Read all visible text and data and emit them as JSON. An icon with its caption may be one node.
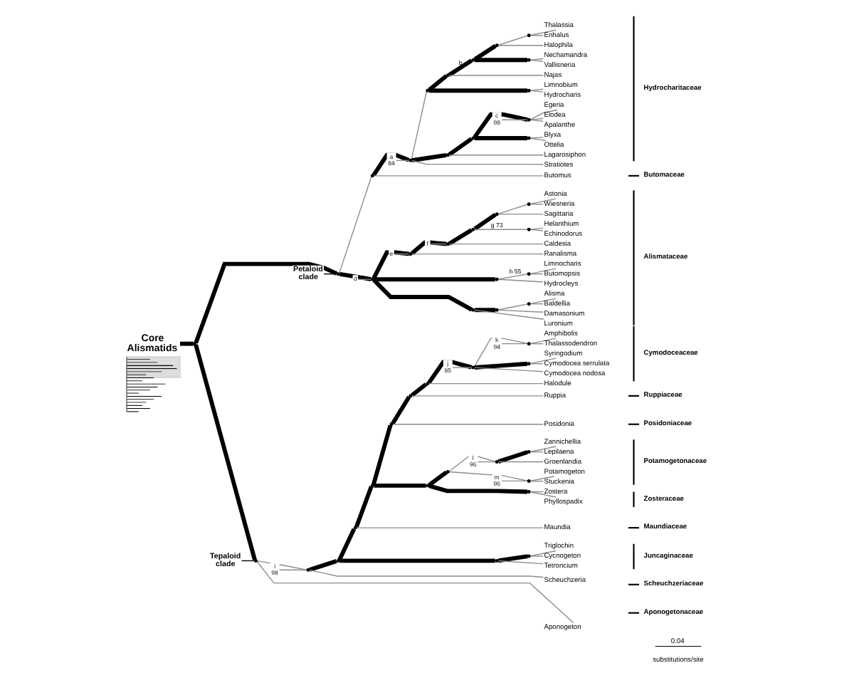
{
  "diagram": {
    "nodes": [
      {
        "text": [],
        "shape": "picture"
      },
      {
        "text": [
          "Core Alismatids"
        ]
      },
      {
        "text": [],
        "shape": "point"
      },
      {
        "text": [
          "Petaloid clade"
        ]
      },
      {
        "text": [],
        "shape": "point"
      },
      {
        "text": [],
        "shape": "point"
      },
      {
        "text": [
          "a",
          "84"
        ]
      },
      {
        "text": [],
        "shape": "point"
      },
      {
        "text": [],
        "shape": "point"
      },
      {
        "text": [],
        "shape": "point"
      },
      {
        "text": [],
        "shape": "point"
      },
      {
        "text": [],
        "shape": "point"
      },
      {
        "text": [],
        "shape": "point"
      },
      {
        "text": [
          "Thalassia"
        ]
      },
      {
        "text": [
          "Enhalus"
        ]
      },
      {
        "text": [
          "Halophila"
        ]
      },
      {
        "text": [],
        "shape": "point"
      },
      {
        "text": [
          "Nechamandra"
        ]
      },
      {
        "text": [
          "Vallisneria"
        ]
      },
      {
        "text": [
          "Najas"
        ]
      },
      {
        "text": [],
        "shape": "point"
      },
      {
        "text": [
          "Limnobium"
        ]
      },
      {
        "text": [
          "Hydrocharis"
        ]
      },
      {
        "text": [],
        "shape": "point"
      },
      {
        "text": [],
        "shape": "point"
      },
      {
        "text": [
          "c",
          "98"
        ]
      },
      {
        "text": [],
        "shape": "point"
      },
      {
        "text": [
          "Egeria"
        ]
      },
      {
        "text": [
          "Elodea"
        ]
      },
      {
        "text": [
          "Apalanthe"
        ]
      },
      {
        "text": [],
        "shape": "point"
      },
      {
        "text": [
          "Blyxa"
        ]
      },
      {
        "text": [
          "Ottelia"
        ]
      },
      {
        "text": [
          "Lagarosiphon"
        ]
      },
      {
        "text": [
          "Stratiotes"
        ]
      },
      {
        "text": [
          "Butomus"
        ]
      },
      {
        "text": [
          "d"
        ]
      },
      {
        "text": [],
        "shape": "point"
      },
      {
        "text": [
          "e"
        ]
      },
      {
        "text": [],
        "shape": "point"
      },
      {
        "text": [
          "f"
        ]
      },
      {
        "text": [],
        "shape": "point"
      },
      {
        "text": [],
        "shape": "point"
      },
      {
        "text": [],
        "shape": "point"
      },
      {
        "text": [],
        "shape": "point"
      },
      {
        "text": [
          "Astonia"
        ]
      },
      {
        "text": [
          "Wiesneria"
        ]
      },
      {
        "text": [
          "Sagittaria"
        ]
      },
      {
        "text": [],
        "shape": "point"
      },
      {
        "text": [
          "Helanthium"
        ]
      },
      {
        "text": [
          "Echinodorus"
        ]
      },
      {
        "text": [
          "Caldesia"
        ]
      },
      {
        "text": [
          "Ranalisma"
        ]
      },
      {
        "text": [],
        "shape": "point"
      },
      {
        "text": [],
        "shape": "point"
      },
      {
        "text": [
          "Limnocharis"
        ]
      },
      {
        "text": [
          "Butomopsis"
        ]
      },
      {
        "text": [
          "Hydrocleys"
        ]
      },
      {
        "text": [],
        "shape": "point"
      },
      {
        "text": [],
        "shape": "point"
      },
      {
        "text": [],
        "shape": "point"
      },
      {
        "text": [
          "Alisma"
        ]
      },
      {
        "text": [
          "Baldellia"
        ]
      },
      {
        "text": [
          "Damasonium"
        ]
      },
      {
        "text": [
          "Luronium"
        ]
      },
      {
        "text": [
          "Tepaloid clade"
        ]
      },
      {
        "text": [],
        "shape": "point"
      },
      {
        "text": [
          "i",
          "98"
        ]
      },
      {
        "text": [],
        "shape": "point"
      },
      {
        "text": [],
        "shape": "point"
      },
      {
        "text": [],
        "shape": "point"
      },
      {
        "text": [],
        "shape": "point"
      },
      {
        "text": [],
        "shape": "point"
      },
      {
        "text": [],
        "shape": "point"
      },
      {
        "text": [],
        "shape": "point"
      },
      {
        "text": [
          "j",
          "85"
        ]
      },
      {
        "text": [],
        "shape": "point"
      },
      {
        "text": [
          "k",
          "94"
        ]
      },
      {
        "text": [],
        "shape": "point"
      },
      {
        "text": [
          "Amphibolis"
        ]
      },
      {
        "text": [
          "Thalassodendron"
        ]
      },
      {
        "text": [],
        "shape": "point"
      },
      {
        "text": [
          "Syringodium"
        ]
      },
      {
        "text": [
          "Cymodocea serrulata"
        ]
      },
      {
        "text": [
          "Cymodocea nodosa"
        ]
      },
      {
        "text": [
          "Halodule"
        ]
      },
      {
        "text": [
          "Ruppia"
        ]
      },
      {
        "text": [
          "Posidonia"
        ]
      },
      {
        "text": [],
        "shape": "point"
      },
      {
        "text": [],
        "shape": "point"
      },
      {
        "text": [
          "l",
          "96"
        ]
      },
      {
        "text": [],
        "shape": "point"
      },
      {
        "text": [],
        "shape": "point"
      },
      {
        "text": [
          "Zannichellia"
        ]
      },
      {
        "text": [
          "Lepilaena"
        ]
      },
      {
        "text": [
          "Groenlandia"
        ]
      },
      {
        "text": [
          "m",
          "96"
        ]
      },
      {
        "text": [],
        "shape": "point"
      },
      {
        "text": [
          "Potamogeton"
        ]
      },
      {
        "text": [
          "Stuckenia"
        ]
      },
      {
        "text": [],
        "shape": "point"
      },
      {
        "text": [
          "Zostera"
        ]
      },
      {
        "text": [
          "Phyllospadix"
        ]
      },
      {
        "text": [
          "Maundia"
        ]
      },
      {
        "text": [],
        "shape": "point"
      },
      {
        "text": [],
        "shape": "point"
      },
      {
        "text": [
          "Triglochin"
        ]
      },
      {
        "text": [
          "Cycnogeton"
        ]
      },
      {
        "text": [
          "Tetroncium"
        ]
      },
      {
        "text": [
          "Scheuchzeria"
        ]
      },
      {
        "text": [
          "Aponogeton"
        ]
      }
    ],
    "edges": [
      {
        "from": 1,
        "to": 2,
        "arrow": "none",
        "style": "thick",
        "color": "#000000"
      },
      {
        "from": 2,
        "to": 4,
        "arrow": "none",
        "style": "thick",
        "color": "#000000"
      },
      {
        "from": 3,
        "to": 4,
        "arrow": "none",
        "color": "#000000"
      },
      {
        "from": 4,
        "to": 5,
        "arrow": "none"
      },
      {
        "from": 5,
        "to": 7,
        "arrow": "none",
        "style": "thick",
        "color": "#000000"
      },
      {
        "from": 6,
        "to": 7,
        "arrow": "none"
      },
      {
        "from": 7,
        "to": 8,
        "arrow": "none"
      },
      {
        "from": 8,
        "to": 9,
        "arrow": "none",
        "style": "thick",
        "color": "#000000"
      },
      {
        "from": 9,
        "to": 10,
        "arrow": "none",
        "label": "b",
        "style": "thick",
        "color": "#000000"
      },
      {
        "from": 10,
        "to": 11,
        "arrow": "none",
        "style": "thick",
        "color": "#000000"
      },
      {
        "from": 11,
        "to": 12,
        "arrow": "none"
      },
      {
        "from": 12,
        "to": 13,
        "arrow": "none"
      },
      {
        "from": 12,
        "to": 14,
        "arrow": "none"
      },
      {
        "from": 11,
        "to": 15,
        "arrow": "none"
      },
      {
        "from": 10,
        "to": 16,
        "arrow": "none",
        "style": "thick",
        "color": "#000000"
      },
      {
        "from": 16,
        "to": 17,
        "arrow": "none"
      },
      {
        "from": 16,
        "to": 18,
        "arrow": "none"
      },
      {
        "from": 9,
        "to": 19,
        "arrow": "none"
      },
      {
        "from": 8,
        "to": 20,
        "arrow": "none",
        "style": "thick",
        "color": "#000000"
      },
      {
        "from": 20,
        "to": 21,
        "arrow": "none"
      },
      {
        "from": 20,
        "to": 22,
        "arrow": "none"
      },
      {
        "from": 7,
        "to": 23,
        "arrow": "none",
        "style": "thick",
        "color": "#000000"
      },
      {
        "from": 23,
        "to": 24,
        "arrow": "none",
        "style": "thick",
        "color": "#000000"
      },
      {
        "from": 25,
        "to": 26,
        "arrow": "none"
      },
      {
        "from": 24,
        "to": 26,
        "arrow": "none",
        "style": "thick",
        "color": "#000000"
      },
      {
        "from": 26,
        "to": 27,
        "arrow": "none"
      },
      {
        "from": 26,
        "to": 28,
        "arrow": "none"
      },
      {
        "from": 26,
        "to": 29,
        "arrow": "none"
      },
      {
        "from": 24,
        "to": 30,
        "arrow": "none",
        "style": "thick",
        "color": "#000000"
      },
      {
        "from": 30,
        "to": 31,
        "arrow": "none"
      },
      {
        "from": 30,
        "to": 32,
        "arrow": "none"
      },
      {
        "from": 23,
        "to": 33,
        "arrow": "none"
      },
      {
        "from": 7,
        "to": 34,
        "arrow": "none"
      },
      {
        "from": 5,
        "to": 35,
        "arrow": "none"
      },
      {
        "from": 4,
        "to": 37,
        "arrow": "none",
        "style": "thick",
        "color": "#000000"
      },
      {
        "from": 36,
        "to": 37,
        "arrow": "none"
      },
      {
        "from": 37,
        "to": 39,
        "arrow": "none",
        "style": "thick",
        "color": "#000000"
      },
      {
        "from": 38,
        "to": 39,
        "arrow": "none"
      },
      {
        "from": 39,
        "to": 41,
        "arrow": "none",
        "style": "thick",
        "color": "#000000"
      },
      {
        "from": 40,
        "to": 41,
        "arrow": "none"
      },
      {
        "from": 41,
        "to": 42,
        "arrow": "none",
        "style": "thick",
        "color": "#000000"
      },
      {
        "from": 42,
        "to": 43,
        "arrow": "none",
        "style": "thick",
        "color": "#000000"
      },
      {
        "from": 43,
        "to": 44,
        "arrow": "none"
      },
      {
        "from": 44,
        "to": 45,
        "arrow": "none"
      },
      {
        "from": 44,
        "to": 46,
        "arrow": "none"
      },
      {
        "from": 43,
        "to": 47,
        "arrow": "none"
      },
      {
        "from": 42,
        "to": 48,
        "arrow": "none",
        "label": "g 73"
      },
      {
        "from": 48,
        "to": 49,
        "arrow": "none"
      },
      {
        "from": 48,
        "to": 50,
        "arrow": "none"
      },
      {
        "from": 41,
        "to": 51,
        "arrow": "none"
      },
      {
        "from": 39,
        "to": 52,
        "arrow": "none"
      },
      {
        "from": 37,
        "to": 53,
        "arrow": "none",
        "style": "thick",
        "color": "#000000"
      },
      {
        "from": 53,
        "to": 54,
        "arrow": "none",
        "label": "h 55"
      },
      {
        "from": 54,
        "to": 55,
        "arrow": "none"
      },
      {
        "from": 54,
        "to": 56,
        "arrow": "none"
      },
      {
        "from": 53,
        "to": 57,
        "arrow": "none"
      },
      {
        "from": 37,
        "to": 58,
        "arrow": "none",
        "style": "thick",
        "color": "#000000"
      },
      {
        "from": 58,
        "to": 59,
        "arrow": "none",
        "style": "thick",
        "color": "#000000"
      },
      {
        "from": 59,
        "to": 60,
        "arrow": "none"
      },
      {
        "from": 60,
        "to": 61,
        "arrow": "none"
      },
      {
        "from": 60,
        "to": 62,
        "arrow": "none"
      },
      {
        "from": 59,
        "to": 63,
        "arrow": "none"
      },
      {
        "from": 58,
        "to": 64,
        "arrow": "none"
      },
      {
        "from": 2,
        "to": 66,
        "arrow": "none",
        "style": "thick",
        "color": "#000000"
      },
      {
        "from": 65,
        "to": 66,
        "arrow": "none",
        "color": "#000000"
      },
      {
        "from": 66,
        "to": 68,
        "arrow": "none"
      },
      {
        "from": 67,
        "to": 68,
        "arrow": "none"
      },
      {
        "from": 68,
        "to": 69,
        "arrow": "none",
        "style": "thick",
        "color": "#000000"
      },
      {
        "from": 69,
        "to": 70,
        "arrow": "none",
        "style": "thick",
        "color": "#000000"
      },
      {
        "from": 70,
        "to": 71,
        "arrow": "none",
        "style": "thick",
        "color": "#000000"
      },
      {
        "from": 71,
        "to": 72,
        "arrow": "none",
        "style": "thick",
        "color": "#000000"
      },
      {
        "from": 72,
        "to": 73,
        "arrow": "none",
        "style": "thick",
        "color": "#000000"
      },
      {
        "from": 73,
        "to": 74,
        "arrow": "none",
        "style": "thick",
        "color": "#000000"
      },
      {
        "from": 74,
        "to": 76,
        "arrow": "none",
        "style": "thick",
        "color": "#000000"
      },
      {
        "from": 75,
        "to": 76,
        "arrow": "none"
      },
      {
        "from": 76,
        "to": 78,
        "arrow": "none"
      },
      {
        "from": 77,
        "to": 78,
        "arrow": "none"
      },
      {
        "from": 78,
        "to": 79,
        "arrow": "none"
      },
      {
        "from": 78,
        "to": 80,
        "arrow": "none"
      },
      {
        "from": 76,
        "to": 81,
        "arrow": "none",
        "style": "thick",
        "color": "#000000"
      },
      {
        "from": 81,
        "to": 82,
        "arrow": "none"
      },
      {
        "from": 81,
        "to": 83,
        "arrow": "none"
      },
      {
        "from": 76,
        "to": 84,
        "arrow": "none"
      },
      {
        "from": 74,
        "to": 85,
        "arrow": "none"
      },
      {
        "from": 73,
        "to": 86,
        "arrow": "none"
      },
      {
        "from": 72,
        "to": 87,
        "arrow": "none"
      },
      {
        "from": 71,
        "to": 88,
        "arrow": "none",
        "style": "thick",
        "color": "#000000"
      },
      {
        "from": 88,
        "to": 89,
        "arrow": "none",
        "style": "thick",
        "color": "#000000"
      },
      {
        "from": 89,
        "to": 91,
        "arrow": "none"
      },
      {
        "from": 90,
        "to": 91,
        "arrow": "none"
      },
      {
        "from": 91,
        "to": 92,
        "arrow": "none",
        "style": "thick",
        "color": "#000000"
      },
      {
        "from": 92,
        "to": 93,
        "arrow": "none"
      },
      {
        "from": 92,
        "to": 94,
        "arrow": "none"
      },
      {
        "from": 91,
        "to": 95,
        "arrow": "none"
      },
      {
        "from": 89,
        "to": 97,
        "arrow": "none"
      },
      {
        "from": 96,
        "to": 97,
        "arrow": "none"
      },
      {
        "from": 97,
        "to": 98,
        "arrow": "none"
      },
      {
        "from": 97,
        "to": 99,
        "arrow": "none"
      },
      {
        "from": 88,
        "to": 100,
        "arrow": "none",
        "style": "thick",
        "color": "#000000"
      },
      {
        "from": 100,
        "to": 101,
        "arrow": "none"
      },
      {
        "from": 100,
        "to": 102,
        "arrow": "none"
      },
      {
        "from": 70,
        "to": 103,
        "arrow": "none"
      },
      {
        "from": 69,
        "to": 104,
        "arrow": "none",
        "style": "thick",
        "color": "#000000"
      },
      {
        "from": 104,
        "to": 105,
        "arrow": "none",
        "style": "thick",
        "color": "#000000"
      },
      {
        "from": 105,
        "to": 106,
        "arrow": "none"
      },
      {
        "from": 105,
        "to": 107,
        "arrow": "none"
      },
      {
        "from": 104,
        "to": 108,
        "arrow": "none"
      },
      {
        "from": 68,
        "to": 109,
        "arrow": "none"
      },
      {
        "from": 66,
        "to": 110,
        "arrow": "none"
      }
    ],
    "labels": [
      "Hydrocharitaceae",
      "Butomaceae",
      "Alismataceae",
      "Cymodoceaceae",
      "Ruppiaceae",
      "Posidoniaceae",
      "Potamogetonaceae",
      "Zosteraceae",
      "Maundiaceae",
      "Juncaginaceae",
      "Scheuchzeriaceae",
      "Aponogetonaceae",
      "0.04",
      "substitutions/site"
    ]
  }
}
